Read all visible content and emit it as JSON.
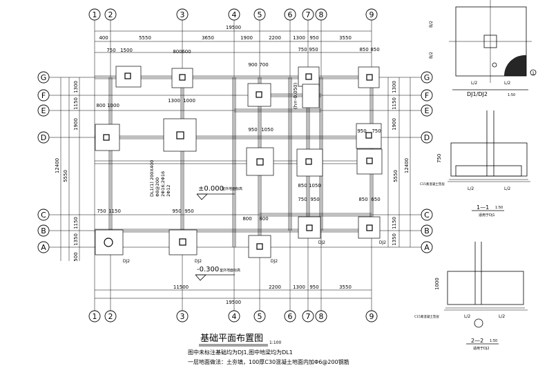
{
  "plan": {
    "title": "基础平面布置图",
    "scale": "1:100",
    "notes": [
      "图中未标注基础均为DJ1,图中地梁均为DL1",
      "一层地面做法：土夯填，100厚C30混凝土地面内加Φ6@200钢筋"
    ],
    "axes_x": [
      "1",
      "2",
      "3",
      "4",
      "5",
      "6",
      "7",
      "8",
      "9"
    ],
    "axes_y": [
      "G",
      "F",
      "E",
      "D",
      "C",
      "B",
      "A"
    ],
    "top_total": "19500",
    "top_dims": [
      "400",
      "5550",
      "3650",
      "1900",
      "2200",
      "1300",
      "950",
      "3550"
    ],
    "bottom_total": "19500",
    "bottom_dims": [
      "11500",
      "2200",
      "1300",
      "950",
      "3550"
    ],
    "left_total": "12400",
    "left_sub": "5550",
    "left_dims": [
      "1300",
      "1150",
      "1900",
      "1150",
      "1350",
      "500"
    ],
    "right_total": "12400",
    "right_sub": "5550",
    "right_dims": [
      "1300",
      "1150",
      "1900",
      "1150",
      "1350"
    ],
    "level_zero": "±0.000",
    "level_minus": "-0.300",
    "level_note": "室外地面标高",
    "beam_note": [
      "DL1(1) 200X400",
      "Φ8@200",
      "2Φ16;2Φ16",
      "2Φ12"
    ],
    "h_note": "(h=-0.050)",
    "footing_labels": [
      "DJ2",
      "DJ2",
      "DJ2",
      "DJ2",
      "DJ2"
    ],
    "footing_dims": [
      "750",
      "1500",
      "800",
      "600",
      "900",
      "700",
      "750",
      "950",
      "850",
      "850",
      "800",
      "1000",
      "1300",
      "1000",
      "950",
      "1050",
      "950",
      "750",
      "850",
      "1050",
      "750",
      "950",
      "850",
      "650",
      "750",
      "1150",
      "950",
      "950",
      "800",
      "800"
    ]
  },
  "detail_top": {
    "label": "DJ1/DJ2",
    "scale": "1:50",
    "b2": "B/2",
    "l2": "L/2",
    "mark": "1"
  },
  "detail_11": {
    "label": "1—1",
    "scale": "1:50",
    "sub": "适用于DJ1",
    "concrete": "C15素混凝土垫层",
    "dim": "750",
    "l2": "L/2"
  },
  "detail_22": {
    "label": "2—2",
    "scale": "1:50",
    "sub": "适用于DJ2",
    "concrete": "C15素混凝土垫层",
    "dim": "1000",
    "l2": "L/2"
  }
}
